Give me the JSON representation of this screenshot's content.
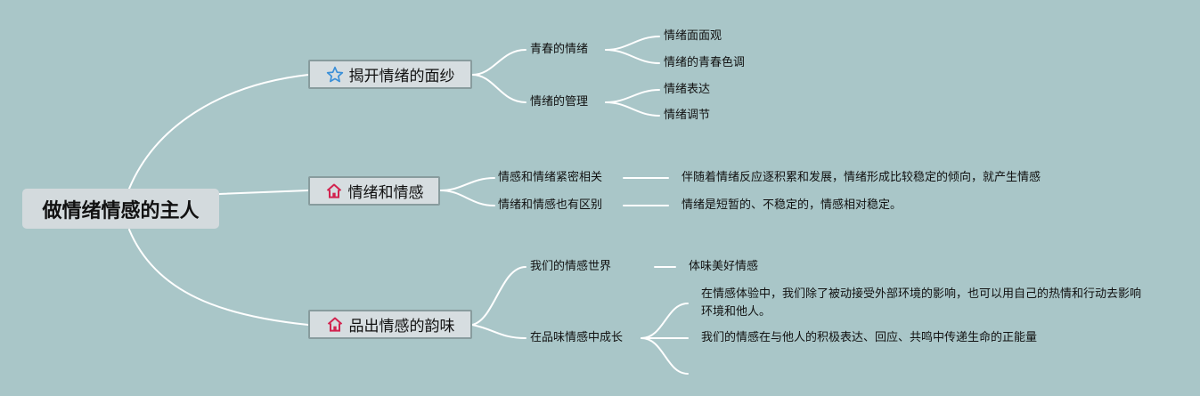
{
  "root": {
    "label": "做情绪情感的主人"
  },
  "branches": [
    {
      "label": "揭开情绪的面纱",
      "icon": "star-icon",
      "children": [
        {
          "label": "青春的情绪",
          "children": [
            "情绪面面观",
            "情绪的青春色调"
          ]
        },
        {
          "label": "情绪的管理",
          "children": [
            "情绪表达",
            "情绪调节"
          ]
        }
      ]
    },
    {
      "label": "情绪和情感",
      "icon": "home-icon",
      "children": [
        {
          "label": "情感和情绪紧密相关",
          "children": [
            "伴随着情绪反应逐积累和发展，情绪形成比较稳定的倾向，就产生情感"
          ]
        },
        {
          "label": "情绪和情感也有区别",
          "children": [
            "情绪是短暂的、不稳定的，情感相对稳定。"
          ]
        }
      ]
    },
    {
      "label": "品出情感的韵味",
      "icon": "home-icon",
      "children": [
        {
          "label": "我们的情感世界",
          "children": [
            "体味美好情感"
          ]
        },
        {
          "label": "在品味情感中成长",
          "children": [
            "在情感体验中，我们除了被动接受外部环境的影响，也可以用自己的热情和行动去影响环境和他人。",
            "我们的情感在与他人的积极表达、回应、共鸣中传递生命的正能量"
          ]
        }
      ]
    }
  ],
  "colors": {
    "background": "#a9c6c8",
    "line": "#ffffff",
    "star": "#3a8fd8",
    "home": "#d2234f"
  }
}
